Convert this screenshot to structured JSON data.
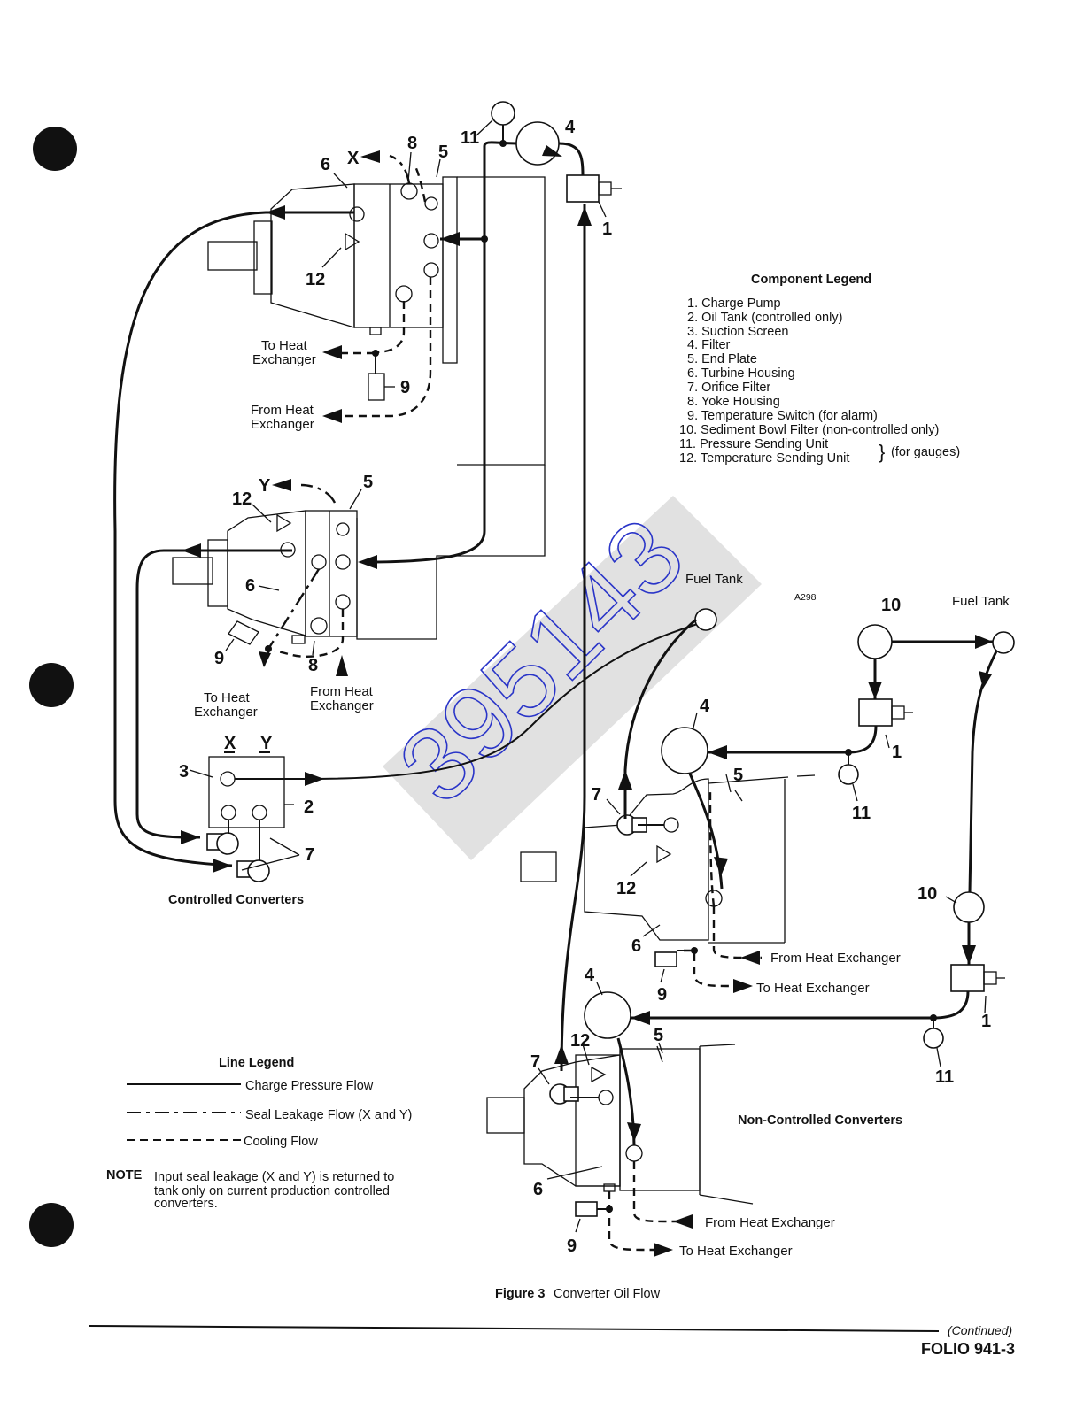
{
  "components": {
    "title": "Component Legend",
    "items": [
      "1. Charge Pump",
      "2. Oil Tank (controlled only)",
      "3. Suction Screen",
      "4. Filter",
      "5. End Plate",
      "6. Turbine Housing",
      "7. Orifice Filter",
      "8. Yoke Housing",
      "9. Temperature Switch (for alarm)",
      "10. Sediment Bowl Filter (non-controlled only)",
      "11. Pressure Sending Unit",
      "12. Temperature Sending Unit"
    ],
    "gauges_note": "(for gauges)"
  },
  "line_legend": {
    "title": "Line Legend",
    "items": [
      "Charge Pressure Flow",
      "Seal Leakage Flow (X and Y)",
      "Cooling Flow"
    ]
  },
  "note": {
    "label": "NOTE",
    "text": [
      "Input seal leakage (X and Y) is returned to",
      "tank only on current production controlled",
      "converters."
    ]
  },
  "labels": {
    "to_heat_exchanger": [
      "To Heat",
      "Exchanger"
    ],
    "from_heat_exchanger": [
      "From Heat",
      "Exchanger"
    ],
    "from_heat_exchanger_line": "From Heat  Exchanger",
    "to_heat_exchanger_line": "To Heat Exchanger",
    "fuel_tank": "Fuel Tank",
    "controlled": "Controlled Converters",
    "non_controlled": "Non-Controlled Converters",
    "drawing_code": "A298",
    "x": "X",
    "y": "Y"
  },
  "figure_caption": {
    "prefix": "Figure 3",
    "text": "Converter Oil Flow"
  },
  "footer": {
    "continued": "(Continued)",
    "folio": "FOLIO 941-3"
  },
  "watermark": "395143",
  "numbers": {
    "n1": "1",
    "n2": "2",
    "n3": "3",
    "n4": "4",
    "n5": "5",
    "n6": "6",
    "n7": "7",
    "n8": "8",
    "n9": "9",
    "n10": "10",
    "n11": "11",
    "n12": "12"
  }
}
